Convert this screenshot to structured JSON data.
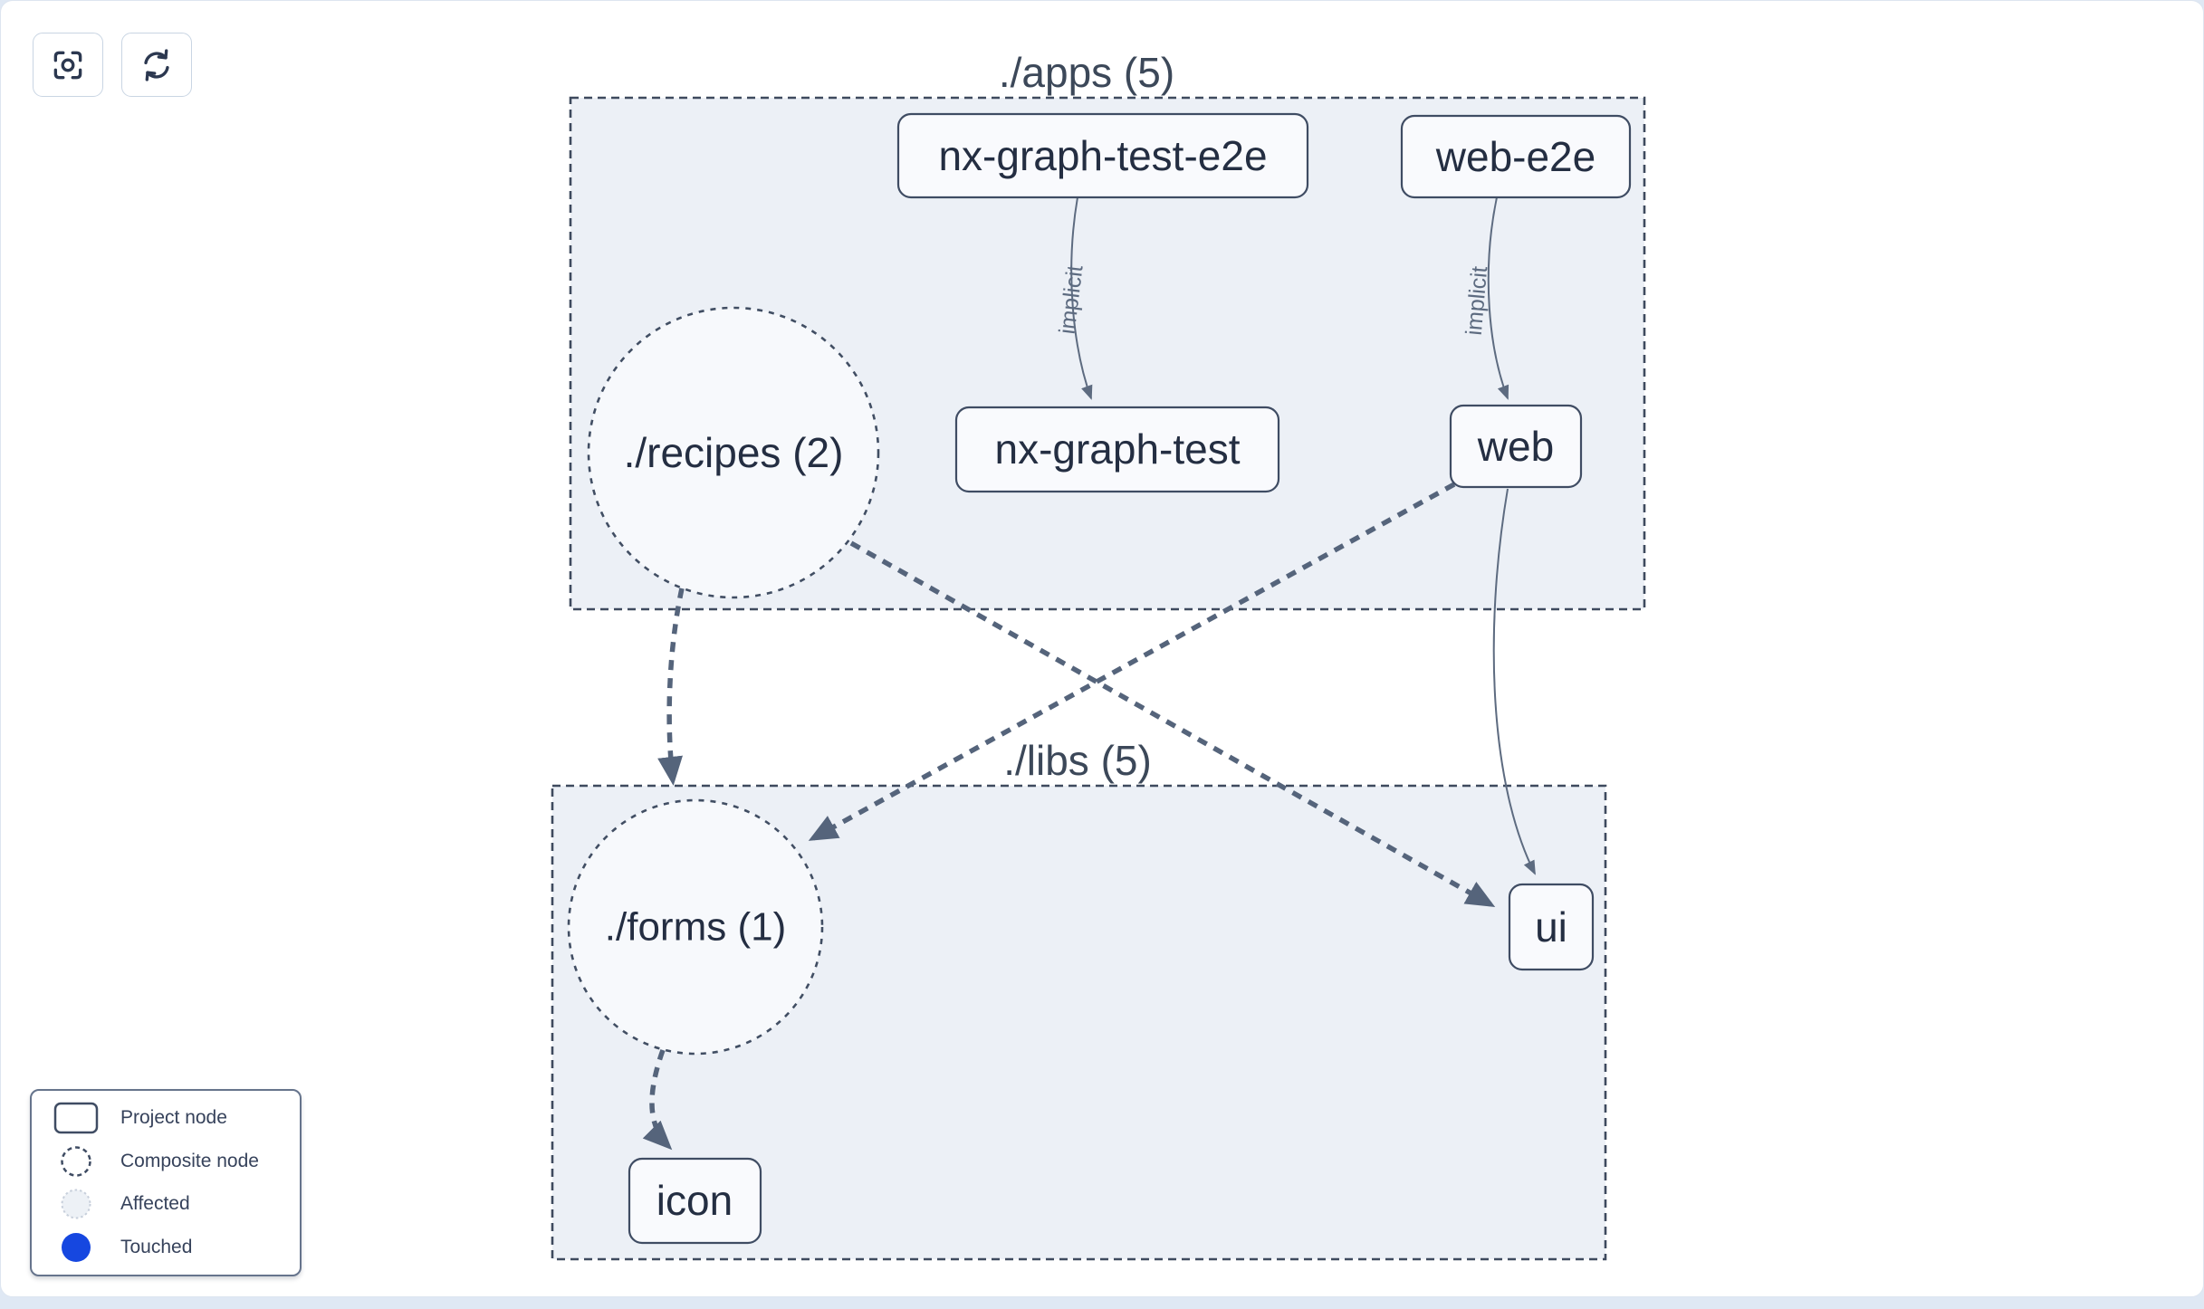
{
  "toolbar": {
    "buttons": [
      {
        "icon": "focus-crosshair-icon"
      },
      {
        "icon": "refresh-icon"
      }
    ]
  },
  "graph": {
    "clusters": [
      {
        "label": "./apps (5)"
      },
      {
        "label": "./libs (5)"
      }
    ],
    "project_nodes": [
      {
        "label": "nx-graph-test-e2e"
      },
      {
        "label": "web-e2e"
      },
      {
        "label": "nx-graph-test"
      },
      {
        "label": "web"
      },
      {
        "label": "ui"
      },
      {
        "label": "icon"
      }
    ],
    "composite_nodes": [
      {
        "label": "./recipes (2)"
      },
      {
        "label": "./forms (1)"
      }
    ],
    "edges": [
      {
        "source": "nx-graph-test-e2e",
        "target": "nx-graph-test",
        "label": "implicit",
        "style": "solid"
      },
      {
        "source": "web-e2e",
        "target": "web",
        "label": "implicit",
        "style": "solid"
      },
      {
        "source": "web",
        "target": "ui",
        "label": "",
        "style": "solid"
      },
      {
        "source": "./recipes (2)",
        "target": "./forms (1)",
        "label": "",
        "style": "dashed"
      },
      {
        "source": "./recipes (2)",
        "target": "ui",
        "label": "",
        "style": "dashed"
      },
      {
        "source": "web",
        "target": "./forms (1)",
        "label": "",
        "style": "dashed"
      },
      {
        "source": "./forms (1)",
        "target": "icon",
        "label": "",
        "style": "dashed"
      }
    ]
  },
  "legend": {
    "items": [
      {
        "icon": "project-node-swatch",
        "label": "Project node"
      },
      {
        "icon": "composite-node-swatch",
        "label": "Composite node"
      },
      {
        "icon": "affected-swatch",
        "label": "Affected"
      },
      {
        "icon": "touched-swatch",
        "label": "Touched"
      }
    ]
  },
  "colors": {
    "touched": "#1647e0",
    "affected_fill": "#edf1f6",
    "cluster_fill": "#ecf0f6",
    "node_fill": "#f9fafd",
    "node_border": "#3f4c63",
    "edge": "#55647b",
    "text": "#242e42"
  }
}
